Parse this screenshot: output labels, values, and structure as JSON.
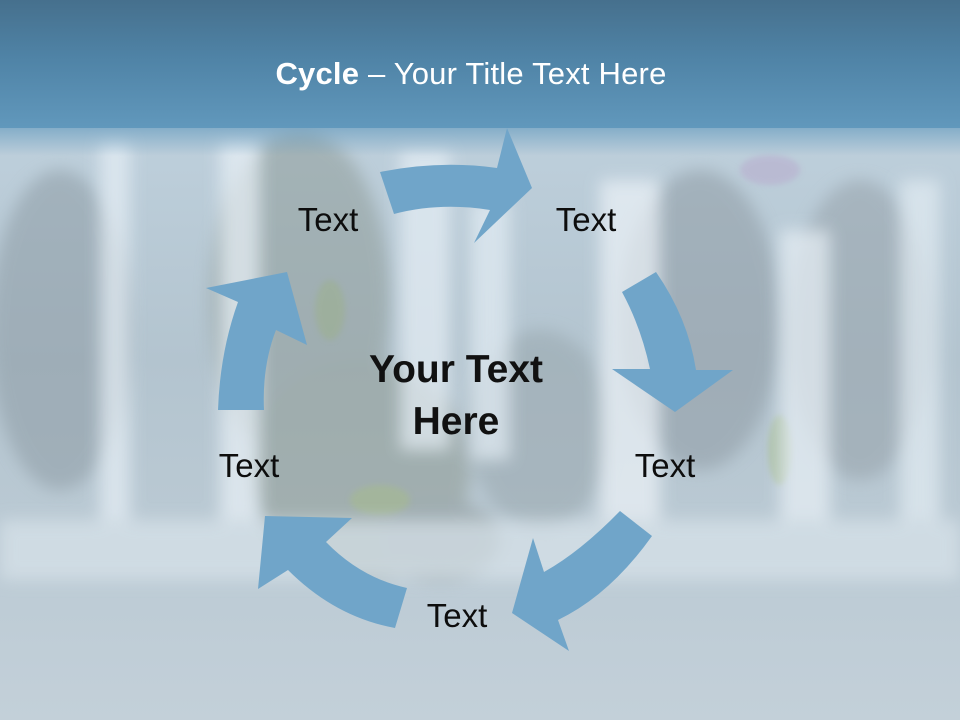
{
  "slide": {
    "title_bold": "Cycle",
    "title_rest": " – Your Title Text Here",
    "center_line1": "Your Text",
    "center_line2": "Here",
    "nodes": [
      {
        "id": "top-left",
        "label": "Text"
      },
      {
        "id": "top-right",
        "label": "Text"
      },
      {
        "id": "right",
        "label": "Text"
      },
      {
        "id": "bottom",
        "label": "Text"
      },
      {
        "id": "left",
        "label": "Text"
      }
    ],
    "colors": {
      "header_top": "#46708d",
      "header_bottom": "#6198bc",
      "arrow": "#70a5c9",
      "background": "#b9cad6"
    },
    "background_image": "waterfall"
  }
}
